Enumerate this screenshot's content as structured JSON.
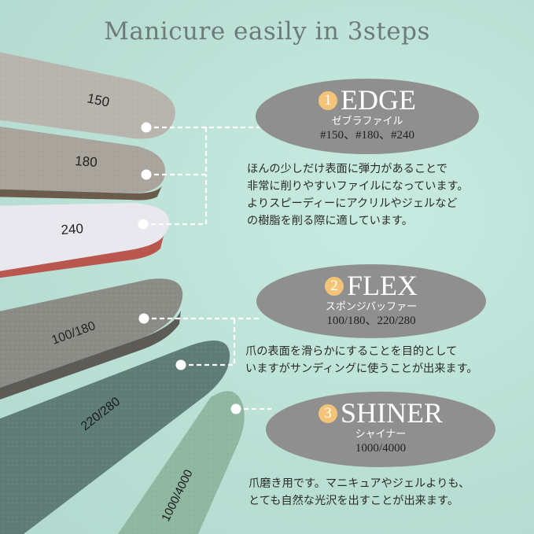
{
  "title": "Manicure easily in 3steps",
  "steps": [
    {
      "number": "1",
      "name": "EDGE",
      "subtitle": "ゼブラファイル",
      "grits": "#150、#180、#240",
      "description": [
        "ほんの少しだけ表面に弾力があることで",
        "非常に削りやすいファイルになっています。",
        "よりスピーディーにアクリルやジェルなど",
        "の樹脂を削る際に適しています。"
      ]
    },
    {
      "number": "2",
      "name": "FLEX",
      "subtitle": "スポンジバッファー",
      "grits": "100/180、220/280",
      "description": [
        "爪の表面を滑らかにすることを目的として",
        "いますがサンディングに使うことが出来ます。"
      ]
    },
    {
      "number": "3",
      "name": "SHINER",
      "subtitle": "シャイナー",
      "grits": "1000/4000",
      "description": [
        "爪磨き用です。マニキュアやジェルよりも、",
        "とても自然な光沢を出すことが出来ます。"
      ]
    }
  ],
  "file_labels": [
    "150",
    "180",
    "240",
    "100/180",
    "220/280",
    "1000/4000"
  ],
  "colors": {
    "background": "#bfe3d9",
    "oval": "#8f8f8f",
    "number_badge": "#f3c478",
    "title": "#6e7a78"
  }
}
